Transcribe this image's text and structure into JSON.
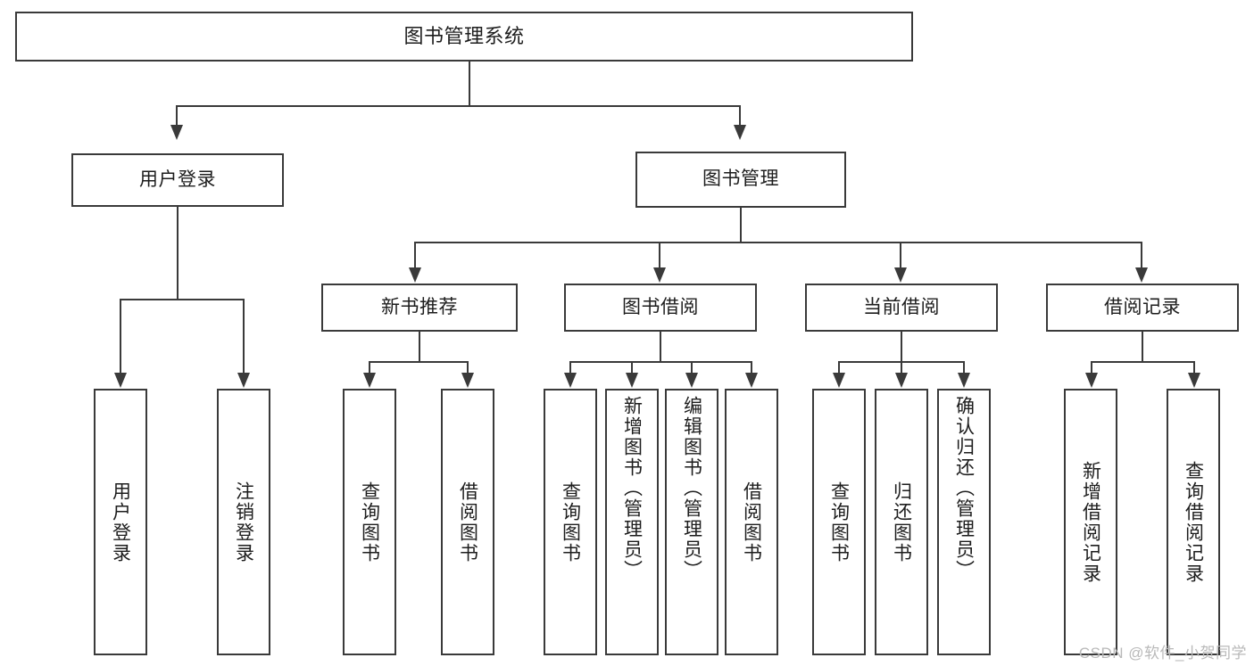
{
  "diagram": {
    "title": "图书管理系统",
    "type": "tree",
    "watermark": "CSDN @软件_小贺同学",
    "colors": {
      "stroke": "#3a3a3a",
      "fill": "#ffffff",
      "text": "#1d1d1d",
      "watermark": "#b9b9b9"
    },
    "levels": {
      "root": "图书管理系统",
      "level2": [
        "用户登录",
        "图书管理"
      ],
      "level3": [
        "新书推荐",
        "图书借阅",
        "当前借阅",
        "借阅记录"
      ]
    },
    "nodes": {
      "root": {
        "label": "图书管理系统"
      },
      "user_login": {
        "label": "用户登录"
      },
      "book_manage": {
        "label": "图书管理"
      },
      "new_book_rec": {
        "label": "新书推荐"
      },
      "book_borrow": {
        "label": "图书借阅"
      },
      "current_borrow": {
        "label": "当前借阅"
      },
      "borrow_record": {
        "label": "借阅记录"
      },
      "leaf_user_login": {
        "label": "用户登录"
      },
      "leaf_logout": {
        "label": "注销登录"
      },
      "leaf_query_book_1": {
        "label": "查询图书"
      },
      "leaf_borrow_book_1": {
        "label": "借阅图书"
      },
      "leaf_query_book_2": {
        "label": "查询图书"
      },
      "leaf_add_book": {
        "label": "新增图书（管理员）"
      },
      "leaf_edit_book": {
        "label": "编辑图书（管理员）"
      },
      "leaf_borrow_book_2": {
        "label": "借阅图书"
      },
      "leaf_query_book_3": {
        "label": "查询图书"
      },
      "leaf_return_book": {
        "label": "归还图书"
      },
      "leaf_confirm_return": {
        "label": "确认归还（管理员）"
      },
      "leaf_add_record": {
        "label": "新增借阅记录"
      },
      "leaf_query_record": {
        "label": "查询借阅记录"
      }
    },
    "edges": [
      {
        "from": "root",
        "to": "user_login"
      },
      {
        "from": "root",
        "to": "book_manage"
      },
      {
        "from": "user_login",
        "to": "leaf_user_login"
      },
      {
        "from": "user_login",
        "to": "leaf_logout"
      },
      {
        "from": "book_manage",
        "to": "new_book_rec"
      },
      {
        "from": "book_manage",
        "to": "book_borrow"
      },
      {
        "from": "book_manage",
        "to": "current_borrow"
      },
      {
        "from": "book_manage",
        "to": "borrow_record"
      },
      {
        "from": "new_book_rec",
        "to": "leaf_query_book_1"
      },
      {
        "from": "new_book_rec",
        "to": "leaf_borrow_book_1"
      },
      {
        "from": "book_borrow",
        "to": "leaf_query_book_2"
      },
      {
        "from": "book_borrow",
        "to": "leaf_add_book"
      },
      {
        "from": "book_borrow",
        "to": "leaf_edit_book"
      },
      {
        "from": "book_borrow",
        "to": "leaf_borrow_book_2"
      },
      {
        "from": "current_borrow",
        "to": "leaf_query_book_3"
      },
      {
        "from": "current_borrow",
        "to": "leaf_return_book"
      },
      {
        "from": "current_borrow",
        "to": "leaf_confirm_return"
      },
      {
        "from": "borrow_record",
        "to": "leaf_add_record"
      },
      {
        "from": "borrow_record",
        "to": "leaf_query_record"
      }
    ]
  }
}
